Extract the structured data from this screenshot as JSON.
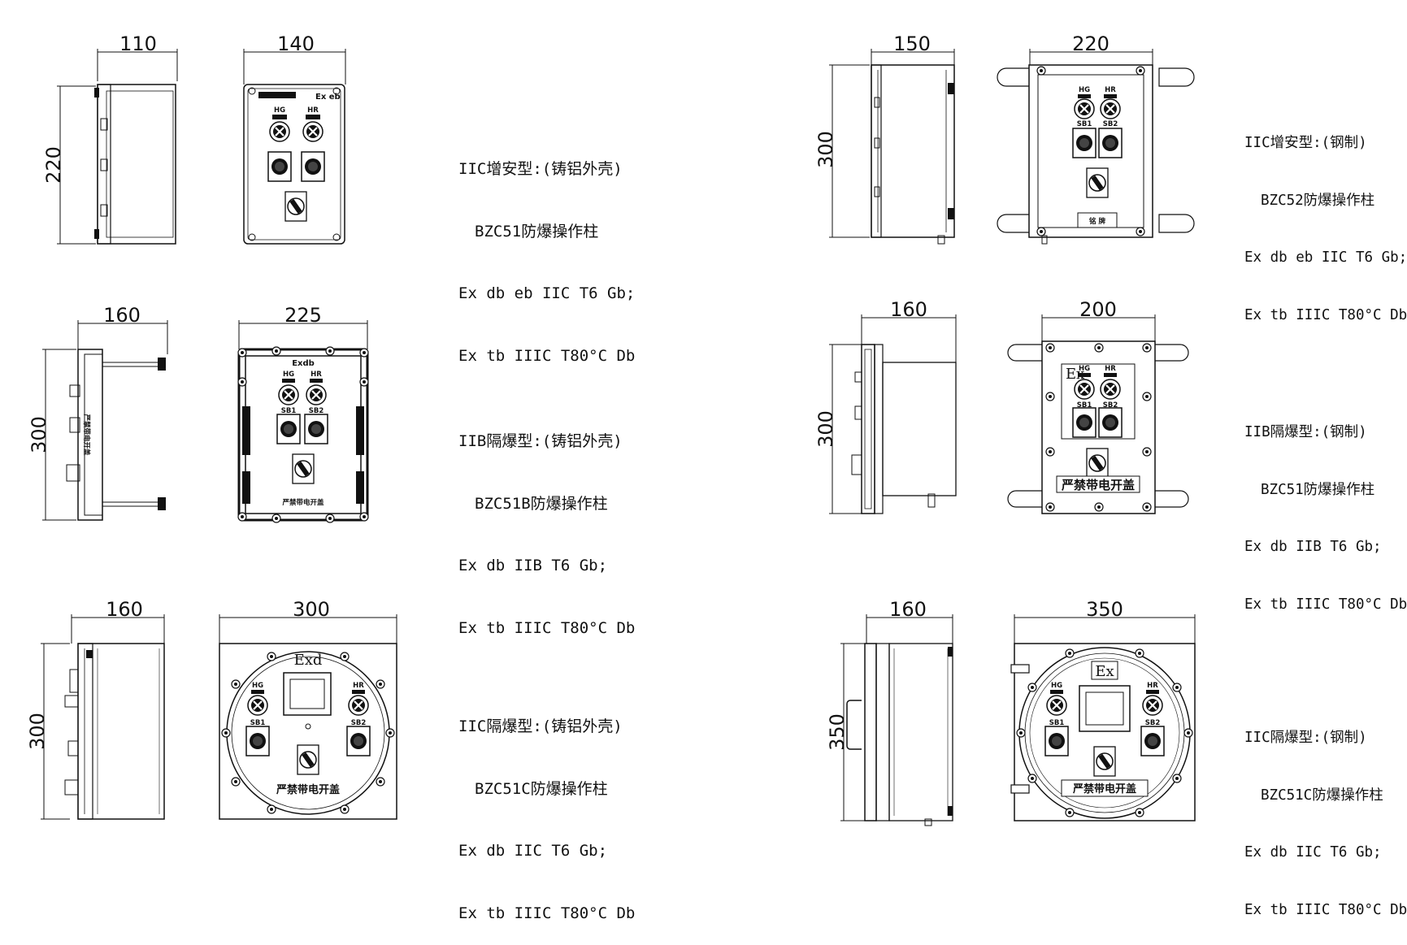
{
  "drawings": {
    "d1": {
      "width": "110",
      "front_width": "140",
      "height": "220",
      "logo": "",
      "marking": "Ex eb",
      "lamp_labels": [
        "HG",
        "HR"
      ]
    },
    "d2": {
      "width": "150",
      "front_width": "220",
      "height": "300",
      "lamp_labels": [
        "HG",
        "HR"
      ],
      "switch_labels": [
        "SB1",
        "SB2"
      ],
      "nameplate": "铭 牌"
    },
    "d3": {
      "width": "160",
      "front_width": "225",
      "height": "300",
      "marking": "Exdb",
      "lamp_labels": [
        "HG",
        "HR"
      ],
      "switch_labels": [
        "SB1",
        "SB2"
      ],
      "side_warning": "严禁带电开盖",
      "bottom_warning": "严禁带电开盖"
    },
    "d4": {
      "width": "160",
      "front_width": "200",
      "height": "300",
      "marking": "Ex",
      "lamp_labels": [
        "HG",
        "HR"
      ],
      "switch_labels": [
        "SB1",
        "SB2"
      ],
      "warning": "严禁带电开盖"
    },
    "d5": {
      "width": "160",
      "front_width": "300",
      "height": "300",
      "marking": "Exd",
      "lamp_labels": [
        "HG",
        "HR"
      ],
      "switch_labels": [
        "SB1",
        "SB2"
      ],
      "warning": "严禁带电开盖"
    },
    "d6": {
      "width": "160",
      "front_width": "350",
      "height": "350",
      "marking": "Ex",
      "lamp_labels": [
        "HG",
        "HR"
      ],
      "switch_labels": [
        "SB1",
        "SB2"
      ],
      "warning": "严禁带电开盖"
    }
  },
  "specs": {
    "s1": {
      "type": "IIC增安型:(铸铝外壳)",
      "model": "BZC51防爆操作柱",
      "line3": "Ex db eb IIC T6 Gb;",
      "line4": "Ex tb IIIC T80°C Db"
    },
    "s2": {
      "type": "IIC增安型:(钢制)",
      "model": "BZC52防爆操作柱",
      "line3": "Ex db eb IIC T6 Gb;",
      "line4": "Ex tb IIIC T80°C Db"
    },
    "s3": {
      "type": "IIB隔爆型:(铸铝外壳)",
      "model": "BZC51B防爆操作柱",
      "line3": "Ex db IIB T6 Gb;",
      "line4": "Ex tb IIIC T80°C Db"
    },
    "s4": {
      "type": "IIB隔爆型:(钢制)",
      "model": "BZC51防爆操作柱",
      "line3": "Ex db IIB T6 Gb;",
      "line4": "Ex tb IIIC T80°C Db"
    },
    "s5": {
      "type": "IIC隔爆型:(铸铝外壳)",
      "model": "BZC51C防爆操作柱",
      "line3": "Ex db IIC T6 Gb;",
      "line4": "Ex tb IIIC T80°C Db"
    },
    "s6": {
      "type": "IIC隔爆型:(钢制)",
      "model": "BZC51C防爆操作柱",
      "line3": "Ex db IIC T6 Gb;",
      "line4": "Ex tb IIIC T80°C Db"
    }
  }
}
